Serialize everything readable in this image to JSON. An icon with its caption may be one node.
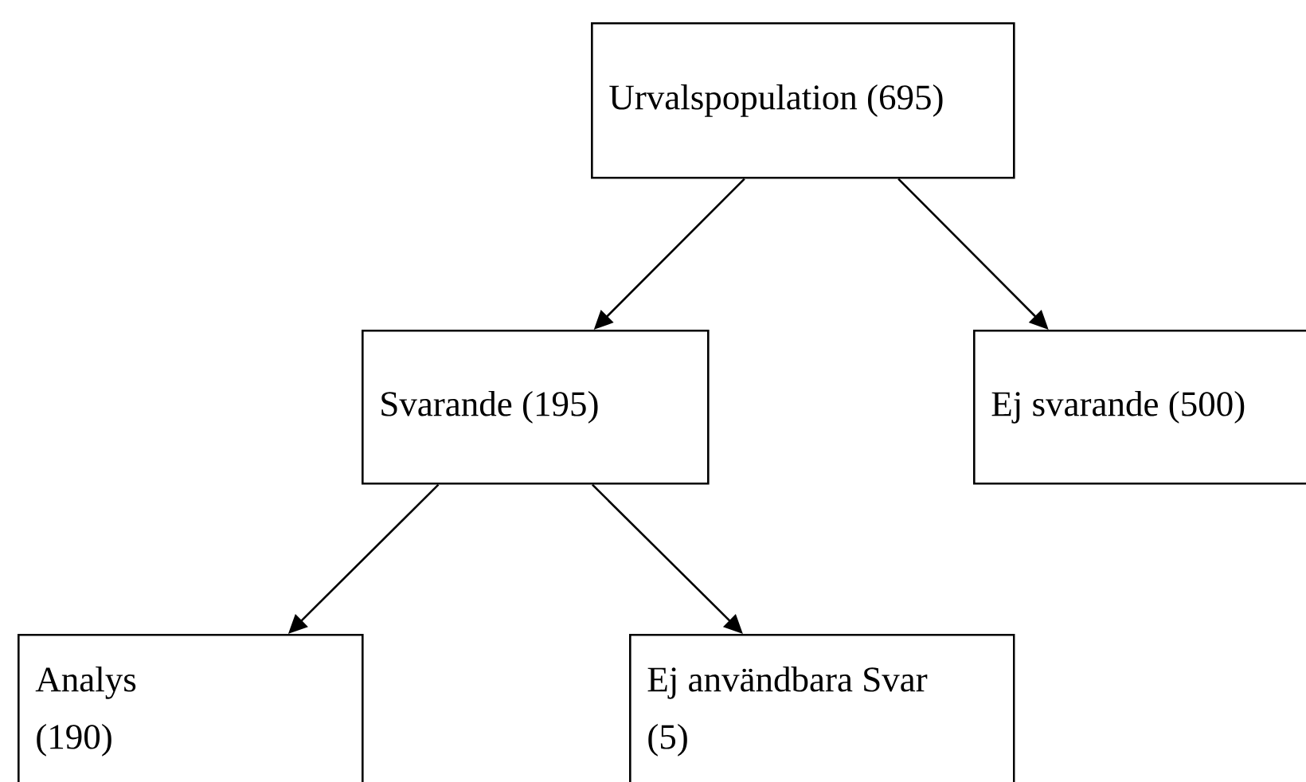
{
  "diagram": {
    "nodes": [
      {
        "text": [
          "Urvalspopulation (695)"
        ]
      },
      {
        "text": [
          "Svarande (195)"
        ]
      },
      {
        "text": [
          "Ej svarande (500)"
        ]
      },
      {
        "text": [
          "Analys (190)"
        ]
      },
      {
        "text": [
          "Ej användbara Svar (5)"
        ]
      }
    ],
    "edges": [
      {
        "from": 0,
        "to": 1,
        "arrow": "to"
      },
      {
        "from": 0,
        "to": 2,
        "arrow": "to"
      },
      {
        "from": 1,
        "to": 3,
        "arrow": "to"
      },
      {
        "from": 1,
        "to": 4,
        "arrow": "to"
      }
    ]
  }
}
